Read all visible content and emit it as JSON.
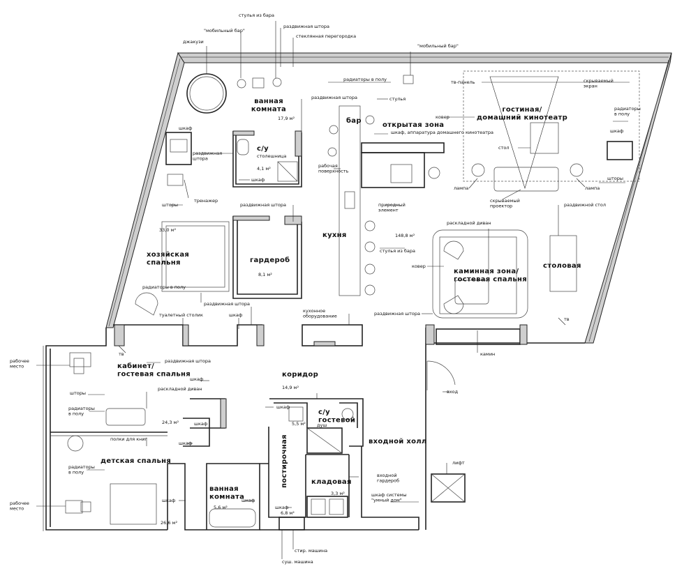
{
  "rooms": {
    "bathroom_main": "ванная комната",
    "bathroom_main_area": "17,9 м²",
    "wc_main": "с/у",
    "wc_main_area": "4,1 м²",
    "bar": "бар",
    "open_zone": "открытая зона",
    "living": "гостиная/ домашний кинотеатр",
    "kitchen": "кухня",
    "master_bedroom": "хозяйская спальня",
    "master_area": "33,0 м²",
    "wardrobe": "гардероб",
    "wardrobe_area": "8,1 м²",
    "open_area": "148,8 м²",
    "fireplace_zone": "каминная зона/ гостевая спальня",
    "dining": "столовая",
    "office": "кабинет/ гостевая спальня",
    "office_area": "24,3 м²",
    "corridor": "коридор",
    "corridor_area": "14,9 м²",
    "wc_guest": "с/у гостевой",
    "wc_guest_area": "5,5 м²",
    "entry_hall": "входной холл",
    "kids_bedroom": "детская спальня",
    "kids_area": "26,6 м²",
    "bathroom_kids": "ванная комната",
    "bathroom_kids_area": "5,6 м²",
    "laundry": "постирочная",
    "laundry_area": "6,8 м²",
    "storage": "кладовая",
    "storage_area": "3,3 м²"
  },
  "labels": {
    "bar_chairs_top": "стулья из бара",
    "mobile_bar_1": "\"мобильный бар\"",
    "partition_curtain_top": "раздвижная штора",
    "glass_partition": "стеклянная перегородка",
    "mobile_bar_2": "\"мобильный бар\"",
    "jacuzzi": "джакузи",
    "floor_radiators_top": "радиаторы в полу",
    "tv_panel": "тв-панель",
    "hidden_screen": "скрываемый экран",
    "sliding_curtain_bath": "раздвижная штора",
    "chair": "стулья",
    "carpet_top": "ковер",
    "floor_radiators_right": "радиаторы в полу",
    "cabinet_left_top": "шкаф",
    "countertop": "столешница",
    "sliding_curtain_wc": "раздвижная штора",
    "cabinet_home_theater": "шкаф, аппаратура домашнего кинотеатра",
    "table": "стол",
    "cabinet_right_top": "шкаф",
    "work_surface": "рабочая поверхность",
    "cabinet_wc": "шкаф",
    "trainer": "тренажер",
    "lamp_left": "лампа",
    "lamp_right": "лампа",
    "curtains_right": "шторы",
    "curtains_left": "шторы",
    "sliding_curtain_mid": "раздвижная штора",
    "natural_element": "природный элемент",
    "hidden_projector": "скрываемый проектор",
    "sliding_table": "раздвижной стол",
    "folding_sofa_top": "раскладной диван",
    "bar_chairs": "стулья из бара",
    "carpet_fire": "ковер",
    "floor_radiators_master": "радиаторы в полу",
    "sliding_curtain_master": "раздвижная штора",
    "toilet_table": "туалетный столик",
    "cabinet_master": "шкаф",
    "kitchen_equipment": "кухонное оборудование",
    "sliding_curtain_fire": "раздвижная штора",
    "tv_fire": "тв",
    "tv_office": "тв",
    "fireplace": "камин",
    "workplace_1": "рабочее место",
    "sliding_curtain_office": "раздвижная штора",
    "cabinet_office": "шкаф",
    "curtains_office": "шторы",
    "folding_sofa_office": "раскладной диван",
    "floor_radiators_office": "радиаторы в полу",
    "cabinet_guest_wc": "шкаф",
    "cabinet_corridor": "шкаф",
    "entrance": "вход",
    "bookshelves": "полки для книг",
    "shower": "душ",
    "cabinet_corridor2": "шкаф",
    "lift": "лифт",
    "floor_radiators_kids": "радиаторы в полу",
    "entry_wardrobe": "входной гардероб",
    "cabinet_kids": "шкаф",
    "cabinet_kids_bath": "шкаф",
    "cabinet_laundry": "шкаф",
    "smart_home_cabinet": "шкаф системы \"умный дом\"",
    "workplace_2": "рабочее место",
    "washing_machine": "стир. машина",
    "dryer": "суш. машина"
  }
}
